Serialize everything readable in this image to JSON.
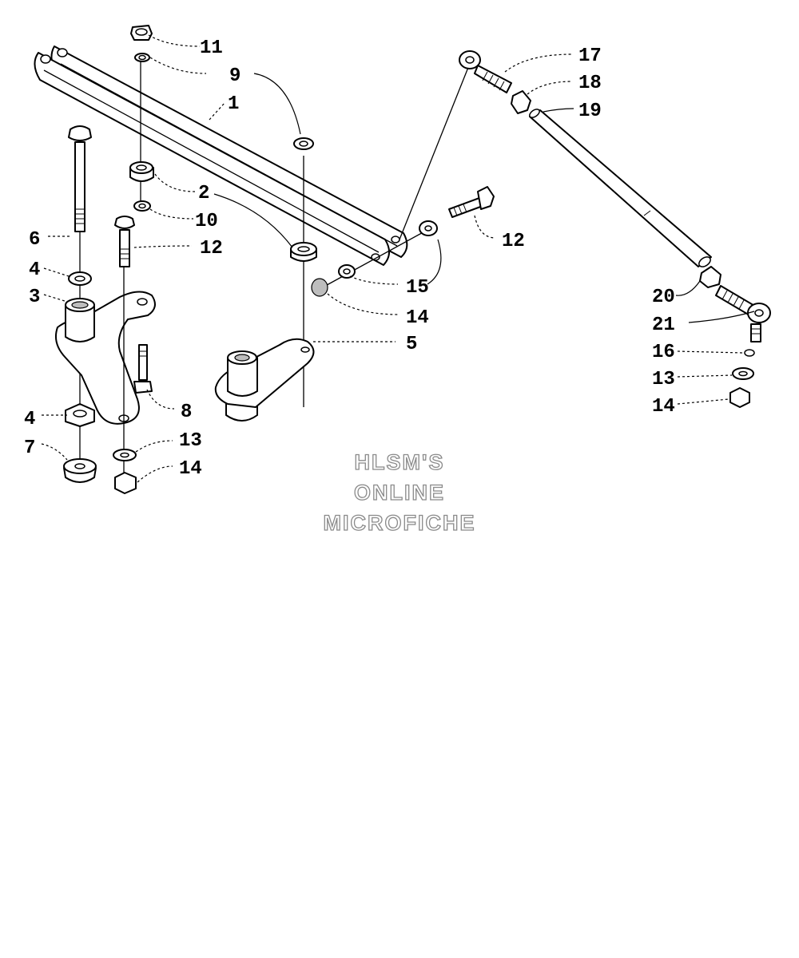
{
  "callouts": {
    "c1": "1",
    "c2": "2",
    "c3": "3",
    "c4a": "4",
    "c4b": "4",
    "c5": "5",
    "c6": "6",
    "c7": "7",
    "c8": "8",
    "c9": "9",
    "c10": "10",
    "c11": "11",
    "c12a": "12",
    "c12b": "12",
    "c13a": "13",
    "c13b": "13",
    "c14a": "14",
    "c14b": "14",
    "c14c": "14",
    "c15": "15",
    "c16": "16",
    "c17": "17",
    "c18": "18",
    "c19": "19",
    "c20": "20",
    "c21": "21"
  },
  "watermark": {
    "line1": "HLSM'S",
    "line2": "ONLINE",
    "line3": "MICROFICHE"
  }
}
